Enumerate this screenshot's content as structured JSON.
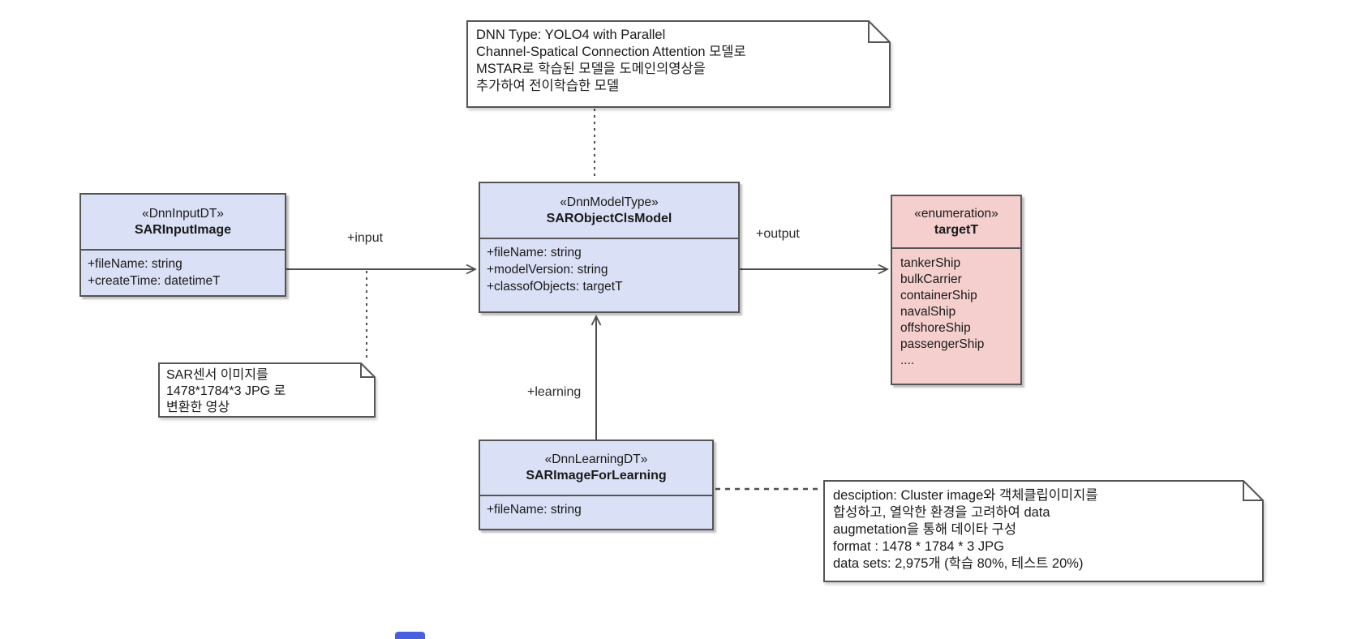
{
  "colors": {
    "page_bg": "#ffffff",
    "class_fill": "#dae0f5",
    "enum_fill": "#f4cfcd",
    "class_border": "#555555",
    "line": "#4d4d4d",
    "note_fill": "#ffffff",
    "partial_blue": "#4a5fe0"
  },
  "notes": {
    "dnn_model_note": {
      "lines": [
        "DNN Type: YOLO4 with Parallel",
        "Channel-Spatical Connection Attention 모델로",
        "MSTAR로 학습된 모델을 도메인의영상을",
        "추가하여 전이학습한 모델"
      ]
    },
    "sar_sensor_note": {
      "lines": [
        "SAR센서 이미지를",
        "1478*1784*3 JPG 로",
        "변환한 영상"
      ]
    },
    "learning_data_note": {
      "lines": [
        "desciption: Cluster image와 객체클립이미지를",
        "합성하고, 열악한 환경을 고려하여 data",
        "augmetation을 통해 데이타 구성",
        "format : 1478 * 1784 * 3 JPG",
        "data sets: 2,975개 (학습 80%, 테스트 20%)"
      ]
    }
  },
  "classes": {
    "sar_input_image": {
      "stereotype": "«DnnInputDT»",
      "name": "SARInputImage",
      "attributes": [
        "+fileName: string",
        "+createTime: datetimeT"
      ]
    },
    "sar_object_cls_model": {
      "stereotype": "«DnnModelType»",
      "name": "SARObjectClsModel",
      "attributes": [
        "+fileName: string",
        "+modelVersion: string",
        "+classofObjects: targetT"
      ]
    },
    "sar_image_for_learning": {
      "stereotype": "«DnnLearningDT»",
      "name": "SARImageForLearning",
      "attributes": [
        "+fileName: string"
      ]
    },
    "target_t": {
      "stereotype": "«enumeration»",
      "name": "targetT",
      "values": [
        "tankerShip",
        "bulkCarrier",
        "containerShip",
        "navalShip",
        "offshoreShip",
        "passengerShip",
        "...."
      ]
    }
  },
  "edge_labels": {
    "input": "+input",
    "output": "+output",
    "learning": "+learning"
  }
}
